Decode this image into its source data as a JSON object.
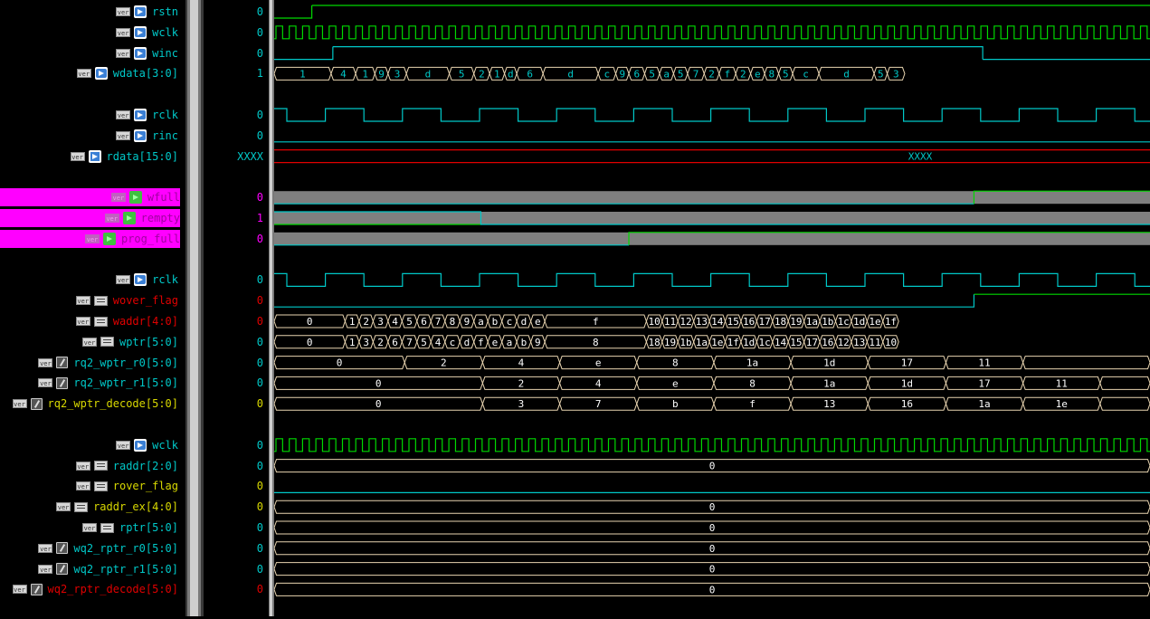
{
  "colors": {
    "green": "#00d800",
    "cyan": "#00c8c8",
    "red": "#e00000",
    "yellow": "#d8d800",
    "bus": "#e8d4b0",
    "gray": "#7f7f7f",
    "magenta": "#ff00ff"
  },
  "signals": [
    {
      "name": "rstn",
      "tag": "ver",
      "icon": "input-icon",
      "color": "#00c8c8",
      "value": "0",
      "vcolor": "#00c8c8",
      "wave": {
        "type": "bit",
        "color": "#00d800",
        "trans": [
          0.043
        ],
        "start": 0
      }
    },
    {
      "name": "wclk",
      "tag": "ver",
      "icon": "input-icon",
      "color": "#00c8c8",
      "value": "0",
      "vcolor": "#00c8c8",
      "wave": {
        "type": "clock",
        "color": "#00d800",
        "period": 14.7,
        "start": 0,
        "offset": 2
      }
    },
    {
      "name": "winc",
      "tag": "ver",
      "icon": "input-icon",
      "color": "#00c8c8",
      "value": "0",
      "vcolor": "#00c8c8",
      "wave": {
        "type": "bit",
        "color": "#00c8c8",
        "trans": [
          0.067,
          0.809
        ],
        "start": 0
      }
    },
    {
      "name": "wdata[3:0]",
      "tag": "ver",
      "icon": "input-icon",
      "color": "#00c8c8",
      "value": "1",
      "vcolor": "#00c8c8",
      "wave": {
        "type": "bus",
        "color": "#e8d4b0",
        "tcolor": "#00c8c8",
        "segments": [
          [
            "1",
            0.0,
            0.065
          ],
          [
            "4",
            0.065,
            0.093
          ],
          [
            "1",
            0.093,
            0.115
          ],
          [
            "9",
            0.115,
            0.13
          ],
          [
            "3",
            0.13,
            0.151
          ],
          [
            "d",
            0.151,
            0.2
          ],
          [
            "5",
            0.2,
            0.228
          ],
          [
            "2",
            0.228,
            0.246
          ],
          [
            "1",
            0.246,
            0.263
          ],
          [
            "d",
            0.263,
            0.277
          ],
          [
            "6",
            0.277,
            0.307
          ],
          [
            "d",
            0.307,
            0.37
          ],
          [
            "c",
            0.37,
            0.39
          ],
          [
            "9",
            0.39,
            0.405
          ],
          [
            "6",
            0.405,
            0.423
          ],
          [
            "5",
            0.423,
            0.44
          ],
          [
            "a",
            0.44,
            0.456
          ],
          [
            "5",
            0.456,
            0.472
          ],
          [
            "7",
            0.472,
            0.491
          ],
          [
            "2",
            0.491,
            0.508
          ],
          [
            "f",
            0.508,
            0.527
          ],
          [
            "2",
            0.527,
            0.544
          ],
          [
            "e",
            0.544,
            0.56
          ],
          [
            "8",
            0.56,
            0.576
          ],
          [
            "5",
            0.576,
            0.592
          ],
          [
            "c",
            0.592,
            0.622
          ],
          [
            "d",
            0.622,
            0.685
          ],
          [
            "5",
            0.685,
            0.7
          ],
          [
            "3",
            0.7,
            0.72
          ]
        ]
      }
    },
    {
      "gap": true
    },
    {
      "name": "rclk",
      "tag": "ver",
      "icon": "input-icon",
      "color": "#00c8c8",
      "value": "0",
      "vcolor": "#00c8c8",
      "wave": {
        "type": "clock",
        "color": "#00c8c8",
        "period": 85.2,
        "start": 1,
        "offset": 14
      }
    },
    {
      "name": "rinc",
      "tag": "ver",
      "icon": "input-icon",
      "color": "#00c8c8",
      "value": "0",
      "vcolor": "#00c8c8",
      "wave": {
        "type": "bit",
        "color": "#00c8c8",
        "trans": [],
        "start": 0
      }
    },
    {
      "name": "rdata[15:0]",
      "tag": "ver",
      "icon": "output-icon",
      "color": "#00c8c8",
      "value": "XXXX",
      "vcolor": "#00c8c8",
      "wave": {
        "type": "xbus",
        "color": "#e00000",
        "label": "XXXX",
        "tcolor": "#00c8c8"
      }
    },
    {
      "gap": true
    },
    {
      "name": "wfull",
      "tag": "ver",
      "icon": "output-icon",
      "color": "#ff00ff",
      "highlight": true,
      "value": "0",
      "vcolor": "#ff00ff",
      "wave": {
        "type": "filled",
        "trans": [
          0.799
        ],
        "fillcolor": "#7f7f7f",
        "color": "#00c8c8",
        "color2": "#00d800"
      }
    },
    {
      "name": "rempty",
      "tag": "ver",
      "icon": "output-icon",
      "color": "#ff00ff",
      "highlight": true,
      "value": "1",
      "vcolor": "#ff00ff",
      "wave": {
        "type": "filled",
        "trans": [
          0.236
        ],
        "fillcolor": "#7f7f7f",
        "color": "#00d800",
        "color2": "#00c8c8"
      }
    },
    {
      "name": "prog_full",
      "tag": "ver",
      "icon": "output-icon",
      "color": "#ff00ff",
      "highlight": true,
      "value": "0",
      "vcolor": "#ff00ff",
      "wave": {
        "type": "filled",
        "trans": [
          0.405
        ],
        "fillcolor": "#7f7f7f",
        "color": "#00c8c8",
        "color2": "#00d800"
      }
    },
    {
      "gap": true
    },
    {
      "name": "rclk",
      "tag": "ver",
      "icon": "input-icon",
      "color": "#00c8c8",
      "value": "0",
      "vcolor": "#00c8c8",
      "wave": {
        "type": "clock",
        "color": "#00c8c8",
        "period": 85.2,
        "start": 1,
        "offset": 14
      }
    },
    {
      "name": "wover_flag",
      "tag": "ver",
      "icon": "register-icon",
      "color": "#e00000",
      "value": "0",
      "vcolor": "#e00000",
      "wave": {
        "type": "bit",
        "color": "#00c8c8",
        "trans": [
          0.799
        ],
        "start": 0,
        "color2": "#00d800"
      }
    },
    {
      "name": "waddr[4:0]",
      "tag": "ver",
      "icon": "register-icon",
      "color": "#e00000",
      "value": "0",
      "vcolor": "#e00000",
      "wave": {
        "type": "bus",
        "color": "#e8d4b0",
        "tcolor": "#ffffff",
        "segments": [
          [
            "0",
            0.0,
            0.081
          ],
          [
            "1",
            0.081,
            0.097
          ],
          [
            "2",
            0.097,
            0.113
          ],
          [
            "3",
            0.113,
            0.13
          ],
          [
            "4",
            0.13,
            0.146
          ],
          [
            "5",
            0.146,
            0.163
          ],
          [
            "6",
            0.163,
            0.179
          ],
          [
            "7",
            0.179,
            0.195
          ],
          [
            "8",
            0.195,
            0.212
          ],
          [
            "9",
            0.212,
            0.228
          ],
          [
            "a",
            0.228,
            0.244
          ],
          [
            "b",
            0.244,
            0.26
          ],
          [
            "c",
            0.26,
            0.277
          ],
          [
            "d",
            0.277,
            0.293
          ],
          [
            "e",
            0.293,
            0.309
          ],
          [
            "f",
            0.309,
            0.425
          ],
          [
            "10",
            0.425,
            0.443
          ],
          [
            "11",
            0.443,
            0.461
          ],
          [
            "12",
            0.461,
            0.479
          ],
          [
            "13",
            0.479,
            0.497
          ],
          [
            "14",
            0.497,
            0.515
          ],
          [
            "15",
            0.515,
            0.533
          ],
          [
            "16",
            0.533,
            0.551
          ],
          [
            "17",
            0.551,
            0.569
          ],
          [
            "18",
            0.569,
            0.587
          ],
          [
            "19",
            0.587,
            0.605
          ],
          [
            "1a",
            0.605,
            0.623
          ],
          [
            "1b",
            0.623,
            0.641
          ],
          [
            "1c",
            0.641,
            0.659
          ],
          [
            "1d",
            0.659,
            0.677
          ],
          [
            "1e",
            0.677,
            0.695
          ],
          [
            "1f",
            0.695,
            0.713
          ]
        ]
      }
    },
    {
      "name": "wptr[5:0]",
      "tag": "ver",
      "icon": "register-icon",
      "color": "#00c8c8",
      "value": "0",
      "vcolor": "#00c8c8",
      "wave": {
        "type": "bus",
        "color": "#e8d4b0",
        "tcolor": "#ffffff",
        "segments": [
          [
            "0",
            0.0,
            0.081
          ],
          [
            "1",
            0.081,
            0.097
          ],
          [
            "3",
            0.097,
            0.113
          ],
          [
            "2",
            0.113,
            0.13
          ],
          [
            "6",
            0.13,
            0.146
          ],
          [
            "7",
            0.146,
            0.163
          ],
          [
            "5",
            0.163,
            0.179
          ],
          [
            "4",
            0.179,
            0.195
          ],
          [
            "c",
            0.195,
            0.212
          ],
          [
            "d",
            0.212,
            0.228
          ],
          [
            "f",
            0.228,
            0.244
          ],
          [
            "e",
            0.244,
            0.26
          ],
          [
            "a",
            0.26,
            0.277
          ],
          [
            "b",
            0.277,
            0.293
          ],
          [
            "9",
            0.293,
            0.309
          ],
          [
            "8",
            0.309,
            0.425
          ],
          [
            "18",
            0.425,
            0.443
          ],
          [
            "19",
            0.443,
            0.461
          ],
          [
            "1b",
            0.461,
            0.479
          ],
          [
            "1a",
            0.479,
            0.497
          ],
          [
            "1e",
            0.497,
            0.515
          ],
          [
            "1f",
            0.515,
            0.533
          ],
          [
            "1d",
            0.533,
            0.551
          ],
          [
            "1c",
            0.551,
            0.569
          ],
          [
            "14",
            0.569,
            0.587
          ],
          [
            "15",
            0.587,
            0.605
          ],
          [
            "17",
            0.605,
            0.623
          ],
          [
            "16",
            0.623,
            0.641
          ],
          [
            "12",
            0.641,
            0.659
          ],
          [
            "13",
            0.659,
            0.677
          ],
          [
            "11",
            0.677,
            0.695
          ],
          [
            "10",
            0.695,
            0.713
          ]
        ]
      }
    },
    {
      "name": "rq2_wptr_r0[5:0]",
      "tag": "ver",
      "icon": "wire-icon",
      "color": "#00c8c8",
      "value": "0",
      "vcolor": "#00c8c8",
      "wave": {
        "type": "bus",
        "color": "#e8d4b0",
        "tcolor": "#ffffff",
        "segments": [
          [
            "0",
            0.0,
            0.149
          ],
          [
            "2",
            0.149,
            0.238
          ],
          [
            "4",
            0.238,
            0.326
          ],
          [
            "e",
            0.326,
            0.414
          ],
          [
            "8",
            0.414,
            0.502
          ],
          [
            "1a",
            0.502,
            0.59
          ],
          [
            "1d",
            0.59,
            0.678
          ],
          [
            "17",
            0.678,
            0.767
          ],
          [
            "11",
            0.767,
            0.855
          ],
          [
            "",
            0.855,
            1.0
          ]
        ]
      }
    },
    {
      "name": "rq2_wptr_r1[5:0]",
      "tag": "ver",
      "icon": "wire-icon",
      "color": "#00c8c8",
      "value": "0",
      "vcolor": "#00c8c8",
      "wave": {
        "type": "bus",
        "color": "#e8d4b0",
        "tcolor": "#ffffff",
        "segments": [
          [
            "0",
            0.0,
            0.238
          ],
          [
            "2",
            0.238,
            0.326
          ],
          [
            "4",
            0.326,
            0.414
          ],
          [
            "e",
            0.414,
            0.502
          ],
          [
            "8",
            0.502,
            0.59
          ],
          [
            "1a",
            0.59,
            0.678
          ],
          [
            "1d",
            0.678,
            0.767
          ],
          [
            "17",
            0.767,
            0.855
          ],
          [
            "11",
            0.855,
            0.943
          ],
          [
            "",
            0.943,
            1.0
          ]
        ]
      }
    },
    {
      "name": "rq2_wptr_decode[5:0]",
      "tag": "ver",
      "icon": "wire-icon",
      "color": "#d8d800",
      "value": "0",
      "vcolor": "#d8d800",
      "wave": {
        "type": "bus",
        "color": "#e8d4b0",
        "tcolor": "#ffffff",
        "segments": [
          [
            "0",
            0.0,
            0.238
          ],
          [
            "3",
            0.238,
            0.326
          ],
          [
            "7",
            0.326,
            0.414
          ],
          [
            "b",
            0.414,
            0.502
          ],
          [
            "f",
            0.502,
            0.59
          ],
          [
            "13",
            0.59,
            0.678
          ],
          [
            "16",
            0.678,
            0.767
          ],
          [
            "1a",
            0.767,
            0.855
          ],
          [
            "1e",
            0.855,
            0.943
          ],
          [
            "",
            0.943,
            1.0
          ]
        ]
      }
    },
    {
      "gap": true
    },
    {
      "name": "wclk",
      "tag": "ver",
      "icon": "input-icon",
      "color": "#00c8c8",
      "value": "0",
      "vcolor": "#00c8c8",
      "wave": {
        "type": "clock",
        "color": "#00d800",
        "period": 14.7,
        "start": 0,
        "offset": 2
      }
    },
    {
      "name": "raddr[2:0]",
      "tag": "ver",
      "icon": "register-icon",
      "color": "#00c8c8",
      "value": "0",
      "vcolor": "#00c8c8",
      "wave": {
        "type": "bus",
        "color": "#e8d4b0",
        "tcolor": "#ffffff",
        "segments": [
          [
            "0",
            0.0,
            1.0
          ]
        ]
      }
    },
    {
      "name": "rover_flag",
      "tag": "ver",
      "icon": "register-icon",
      "color": "#d8d800",
      "value": "0",
      "vcolor": "#d8d800",
      "wave": {
        "type": "bit",
        "color": "#00c8c8",
        "trans": [],
        "start": 0
      }
    },
    {
      "name": "raddr_ex[4:0]",
      "tag": "ver",
      "icon": "register-icon",
      "color": "#d8d800",
      "value": "0",
      "vcolor": "#d8d800",
      "wave": {
        "type": "bus",
        "color": "#e8d4b0",
        "tcolor": "#ffffff",
        "segments": [
          [
            "0",
            0.0,
            1.0
          ]
        ]
      }
    },
    {
      "name": "rptr[5:0]",
      "tag": "ver",
      "icon": "register-icon",
      "color": "#00c8c8",
      "value": "0",
      "vcolor": "#00c8c8",
      "wave": {
        "type": "bus",
        "color": "#e8d4b0",
        "tcolor": "#ffffff",
        "segments": [
          [
            "0",
            0.0,
            1.0
          ]
        ]
      }
    },
    {
      "name": "wq2_rptr_r0[5:0]",
      "tag": "ver",
      "icon": "wire-icon",
      "color": "#00c8c8",
      "value": "0",
      "vcolor": "#00c8c8",
      "wave": {
        "type": "bus",
        "color": "#e8d4b0",
        "tcolor": "#ffffff",
        "segments": [
          [
            "0",
            0.0,
            1.0
          ]
        ]
      }
    },
    {
      "name": "wq2_rptr_r1[5:0]",
      "tag": "ver",
      "icon": "wire-icon",
      "color": "#00c8c8",
      "value": "0",
      "vcolor": "#00c8c8",
      "wave": {
        "type": "bus",
        "color": "#e8d4b0",
        "tcolor": "#ffffff",
        "segments": [
          [
            "0",
            0.0,
            1.0
          ]
        ]
      }
    },
    {
      "name": "wq2_rptr_decode[5:0]",
      "tag": "ver",
      "icon": "wire-icon",
      "color": "#e00000",
      "value": "0",
      "vcolor": "#e00000",
      "wave": {
        "type": "bus",
        "color": "#e8d4b0",
        "tcolor": "#ffffff",
        "segments": [
          [
            "0",
            0.0,
            1.0
          ]
        ]
      }
    }
  ]
}
